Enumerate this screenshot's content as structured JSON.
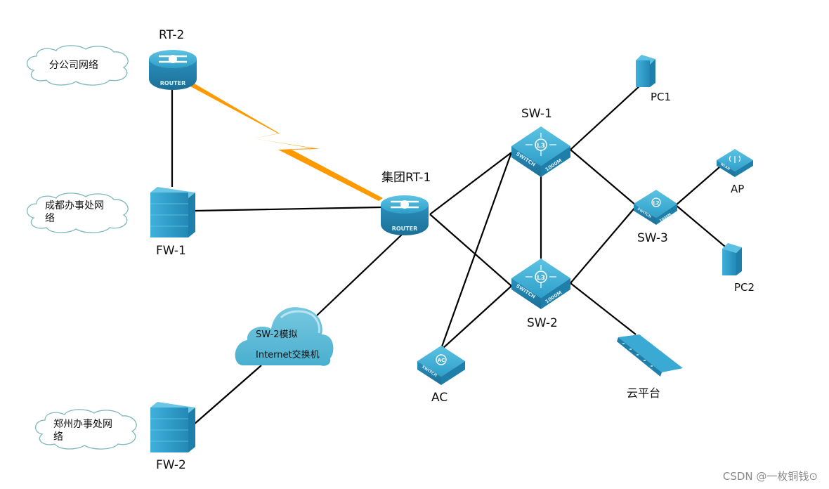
{
  "diagram": {
    "type": "network-topology",
    "nodes": {
      "rt2": {
        "label": "RT-2",
        "kind": "router",
        "badge": "ROUTER"
      },
      "rt1": {
        "label": "集团RT-1",
        "kind": "router",
        "badge": "ROUTER"
      },
      "fw1": {
        "label": "FW-1",
        "kind": "firewall"
      },
      "fw2": {
        "label": "FW-2",
        "kind": "firewall"
      },
      "sw1": {
        "label": "SW-1",
        "kind": "l3-switch",
        "center": "L3",
        "badge_left": "SWITCH",
        "badge_right": "1000M"
      },
      "sw2": {
        "label": "SW-2",
        "kind": "l3-switch",
        "center": "L3",
        "badge_left": "SWITCH",
        "badge_right": "1000M"
      },
      "sw3": {
        "label": "SW-3",
        "kind": "l2-switch",
        "center": "L2",
        "badge_left": "SWITCH",
        "badge_right": "1000M"
      },
      "ac": {
        "label": "AC",
        "kind": "ac-switch",
        "center": "AC",
        "badge_left": "SWITCH"
      },
      "ap": {
        "label": "AP",
        "kind": "wireless-ap",
        "badge_left": "WLAN"
      },
      "pc1": {
        "label": "PC1",
        "kind": "pc"
      },
      "pc2": {
        "label": "PC2",
        "kind": "pc"
      },
      "cloud_platform": {
        "label": "云平台",
        "kind": "server"
      },
      "internet": {
        "label_line1": "SW-2模拟",
        "label_line2": "Internet交换机",
        "kind": "internet-cloud"
      },
      "branch_net": {
        "label": "分公司网络",
        "kind": "network-cloud"
      },
      "chengdu_net": {
        "label_line1": "成都办事处网",
        "label_line2": "络",
        "kind": "network-cloud"
      },
      "zhengzhou_net": {
        "label_line1": "郑州办事处网",
        "label_line2": "络",
        "kind": "network-cloud"
      }
    },
    "links": [
      {
        "from": "rt2",
        "to": "fw1",
        "type": "ethernet"
      },
      {
        "from": "rt2",
        "to": "rt1",
        "type": "wan-serial"
      },
      {
        "from": "fw1",
        "to": "rt1",
        "type": "ethernet"
      },
      {
        "from": "rt1",
        "to": "internet",
        "type": "ethernet"
      },
      {
        "from": "internet",
        "to": "fw2",
        "type": "ethernet"
      },
      {
        "from": "rt1",
        "to": "sw1",
        "type": "ethernet"
      },
      {
        "from": "rt1",
        "to": "sw2",
        "type": "ethernet"
      },
      {
        "from": "sw1",
        "to": "sw2",
        "type": "ethernet"
      },
      {
        "from": "sw1",
        "to": "ac",
        "type": "ethernet"
      },
      {
        "from": "sw2",
        "to": "ac",
        "type": "ethernet"
      },
      {
        "from": "sw1",
        "to": "pc1",
        "type": "ethernet"
      },
      {
        "from": "sw1",
        "to": "sw3",
        "type": "ethernet"
      },
      {
        "from": "sw2",
        "to": "sw3",
        "type": "ethernet"
      },
      {
        "from": "sw2",
        "to": "cloud_platform",
        "type": "ethernet"
      },
      {
        "from": "sw3",
        "to": "ap",
        "type": "ethernet"
      },
      {
        "from": "sw3",
        "to": "pc2",
        "type": "ethernet"
      }
    ],
    "colors": {
      "device_blue": "#2f9fc9",
      "device_dark": "#1c6f95",
      "link": "#000000",
      "wan_link": "#ff9900",
      "cloud_fill": "#5bb8d4"
    }
  },
  "watermark": "CSDN @一枚铜钱⊙"
}
